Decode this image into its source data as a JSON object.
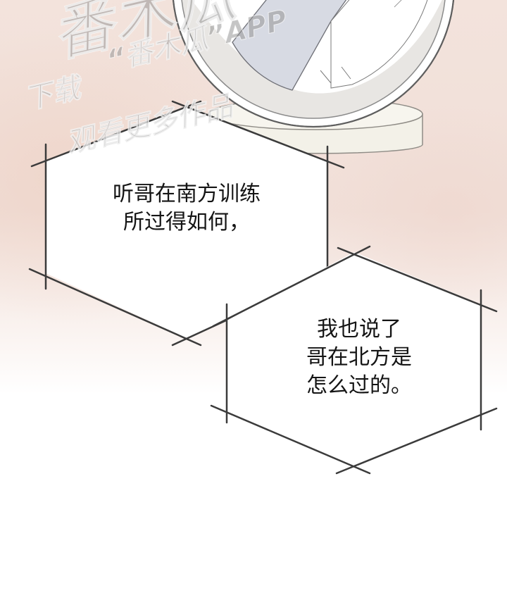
{
  "watermark": {
    "brand": "番木瓜",
    "app_line": "“番木瓜”APP",
    "line1": "下载",
    "line2": "观看更多作品"
  },
  "bubbles": [
    {
      "lines": [
        "听哥在南方训练",
        "所过得如何，"
      ]
    },
    {
      "lines": [
        "我也说了",
        "哥在北方是",
        "怎么过的。"
      ]
    }
  ]
}
